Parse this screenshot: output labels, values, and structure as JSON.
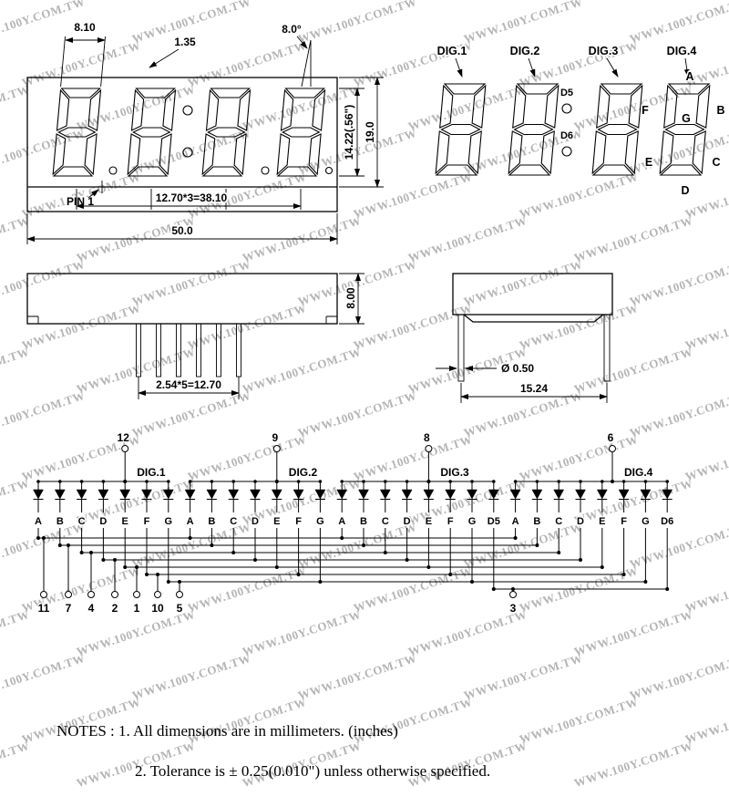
{
  "watermark": {
    "text": "WWW.100Y.COM.TW",
    "color": "#b4b4b4"
  },
  "front_view": {
    "pin1_label": "PIN 1",
    "dims": {
      "seg_width": "8.10",
      "seg_thickness": "1.35",
      "tilt_angle": "8.0°",
      "digit_height": "14.22(.56\")",
      "package_height": "19.0",
      "digit_pitch": "12.70*3=38.10",
      "package_width": "50.0"
    }
  },
  "segment_diagram": {
    "digits": [
      "DIG.1",
      "DIG.2",
      "DIG.3",
      "DIG.4"
    ],
    "colon_dots": [
      "D5",
      "D6"
    ],
    "segments": [
      "A",
      "B",
      "C",
      "D",
      "E",
      "F",
      "G"
    ]
  },
  "side_view": {
    "dims": {
      "body_height": "8.00",
      "pin_pitch": "2.54*5=12.70"
    }
  },
  "end_view": {
    "dims": {
      "pin_diameter": "Ø 0.50",
      "pin_span": "15.24"
    }
  },
  "schematic": {
    "top_pins": [
      {
        "num": "12",
        "digit": "DIG.1"
      },
      {
        "num": "9",
        "digit": "DIG.2"
      },
      {
        "num": "8",
        "digit": "DIG.3"
      },
      {
        "num": "6",
        "digit": "DIG.4"
      }
    ],
    "segment_labels": [
      "A",
      "B",
      "C",
      "D",
      "E",
      "F",
      "G",
      "A",
      "B",
      "C",
      "D",
      "E",
      "F",
      "G",
      "A",
      "B",
      "C",
      "D",
      "E",
      "F",
      "G",
      "D5",
      "A",
      "B",
      "C",
      "D",
      "E",
      "F",
      "G",
      "D6"
    ],
    "bottom_pins": [
      "11",
      "7",
      "4",
      "2",
      "1",
      "10",
      "5"
    ],
    "dp_pin": "3"
  },
  "notes": {
    "line1": "NOTES : 1. All dimensions are in millimeters. (inches)",
    "line2": "2. Tolerance is ± 0.25(0.010\") unless otherwise specified."
  }
}
